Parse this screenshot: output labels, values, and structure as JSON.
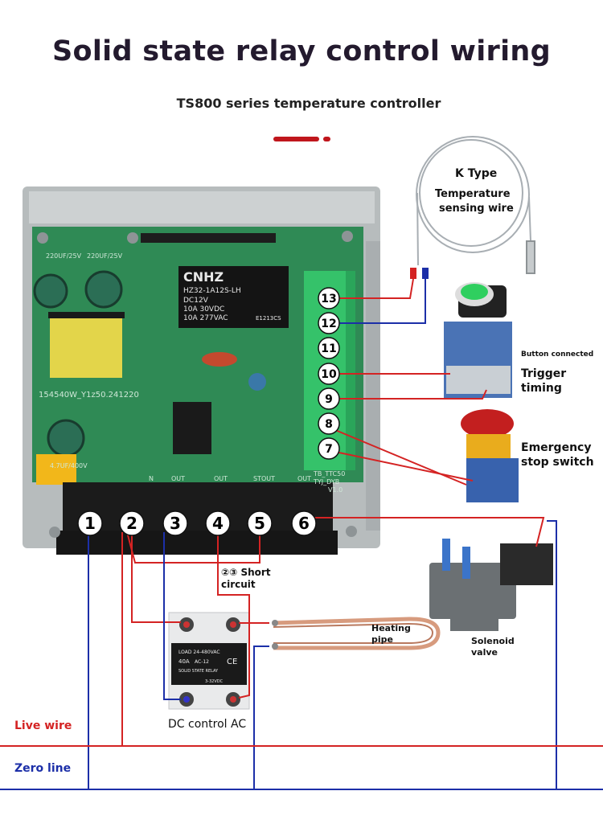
{
  "title": "Solid state relay control wiring",
  "subtitle": "TS800 series temperature controller",
  "sensor": {
    "line1": "K Type",
    "line2": "Temperature",
    "line3": "sensing wire"
  },
  "button": {
    "note": "Button connected",
    "line1": "Trigger",
    "line2": "timing"
  },
  "estop": {
    "line1": "Emergency",
    "line2": "stop switch"
  },
  "short_circuit": {
    "line1": "②③ Short",
    "line2": "circuit"
  },
  "heater": {
    "line1": "Heating",
    "line2": "pipe"
  },
  "solenoid": {
    "line1": "Solenoid",
    "line2": "valve"
  },
  "ssr": {
    "caption": "DC control AC",
    "load": "LOAD 24-480VAC",
    "rating": "40A",
    "type": "AC-12",
    "name": "SOLID STATE RELAY",
    "input": "3-32VDC",
    "ce": "CE"
  },
  "live_wire": "Live wire",
  "zero_line": "Zero line",
  "relay": {
    "brand": "CNHZ",
    "model": "HZ32-1A12S-LH",
    "spec1": "DC12V",
    "spec2": "10A 30VDC",
    "spec3": "10A 277VAC",
    "cert": "E1213CS"
  },
  "board": {
    "serial": "154540W_Y1z50.241220",
    "cap1": "220UF/25V",
    "cap2": "220UF/25V",
    "cap3": "4.7UF/400V",
    "model": "TB_TTC50",
    "model2": "TYJ_DYB",
    "ver": "V1.0"
  },
  "bottom_terminal_labels": [
    "N",
    "OUT",
    "OUT",
    "STOUT",
    "OUT"
  ],
  "bottom_terminals": [
    "1",
    "2",
    "3",
    "4",
    "5",
    "6"
  ],
  "side_terminals": [
    "13",
    "12",
    "11",
    "10",
    "9",
    "8",
    "7"
  ],
  "colors": {
    "accent": "#c0161c",
    "live": "#d42323",
    "zero": "#1c2fa8",
    "board": "#2e8b57",
    "terminal_green": "#35c26a",
    "copper": "#d99a7c"
  }
}
